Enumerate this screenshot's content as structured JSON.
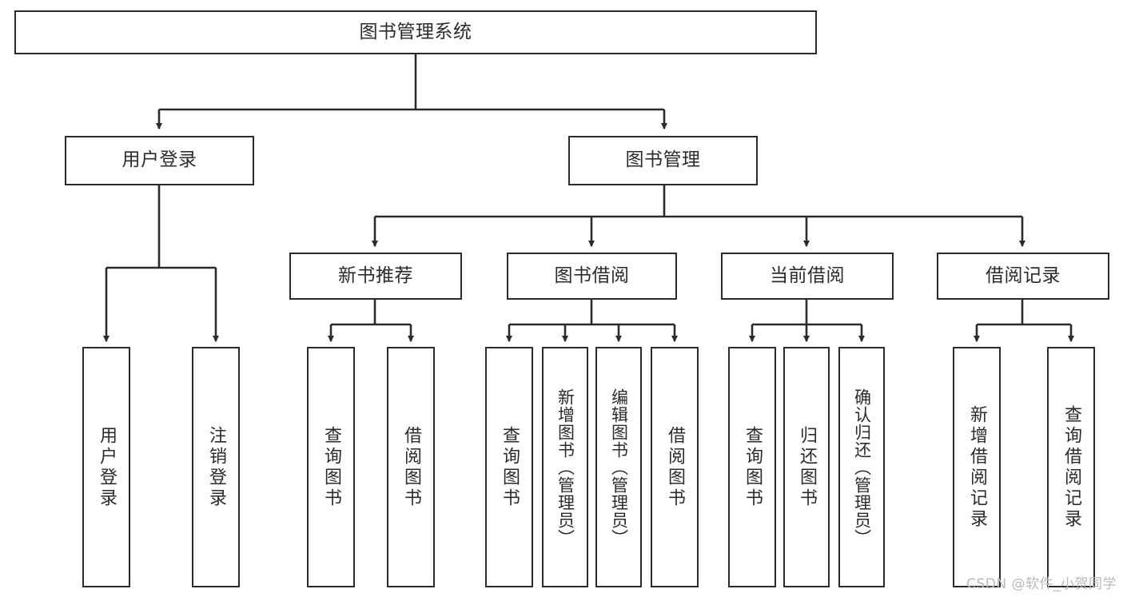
{
  "diagram": {
    "title": "图书管理系统",
    "watermark": "CSDN @软件_小贺同学",
    "colors": {
      "stroke": "#2b2b2b",
      "fill": "#ffffff",
      "background": "#ffffff",
      "watermark": "#b9b9b9"
    },
    "levels": {
      "root": {
        "label": "图书管理系统"
      },
      "level2": [
        {
          "label": "用户登录"
        },
        {
          "label": "图书管理"
        }
      ],
      "level3": [
        {
          "label": "新书推荐"
        },
        {
          "label": "图书借阅"
        },
        {
          "label": "当前借阅"
        },
        {
          "label": "借阅记录"
        }
      ],
      "leaves": {
        "user_login": [
          {
            "label": "用户登录"
          },
          {
            "label": "注销登录"
          }
        ],
        "new_book_recommend": [
          {
            "label": "查询图书"
          },
          {
            "label": "借阅图书"
          }
        ],
        "book_borrow": [
          {
            "label": "查询图书"
          },
          {
            "label": "新增图书（管理员）"
          },
          {
            "label": "编辑图书（管理员）"
          },
          {
            "label": "借阅图书"
          }
        ],
        "current_borrow": [
          {
            "label": "查询图书"
          },
          {
            "label": "归还图书"
          },
          {
            "label": "确认归还（管理员）"
          }
        ],
        "borrow_record": [
          {
            "label": "新增借阅记录"
          },
          {
            "label": "查询借阅记录"
          }
        ]
      }
    }
  }
}
